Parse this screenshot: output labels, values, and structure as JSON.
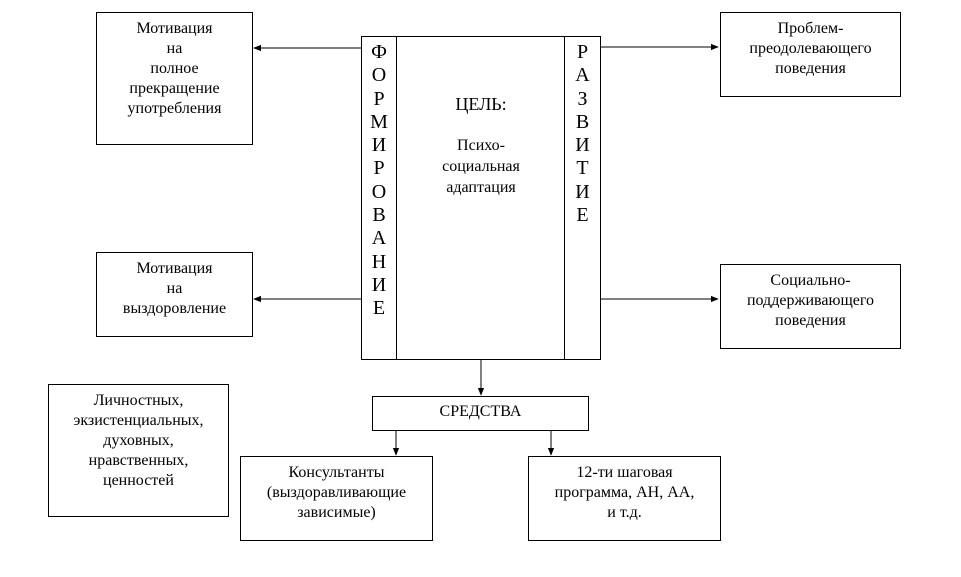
{
  "boxes": {
    "motivation_stop": "Мотивация\nна\nполное\nпрекращение\nупотребления",
    "motivation_recovery": "Мотивация\nна\nвыздоровление",
    "problem_overcoming": "Проблем-\nпреодолевающего\nповедения",
    "social_support": "Социально-\nподдерживающего\nповедения",
    "values": "Личностных,\nэкзистенциальных,\nдуховных,\nнравственных,\nценностей",
    "means": "СРЕДСТВА",
    "consultants": "Консультанты\n(выздоравливающие\nзависимые)",
    "program": "12-ти шаговая\nпрограмма, АН, АА,\nи т.д."
  },
  "center": {
    "goal_label": "ЦЕЛЬ:",
    "goal_text": "Психо-\nсоциальная\nадаптация",
    "left_vertical": "Ф\nО\nР\nМ\nИ\nР\nО\nВ\nА\nН\nИ\nЕ",
    "right_vertical": "Р\nА\nЗ\nВ\nИ\nТ\nИ\nЕ"
  }
}
